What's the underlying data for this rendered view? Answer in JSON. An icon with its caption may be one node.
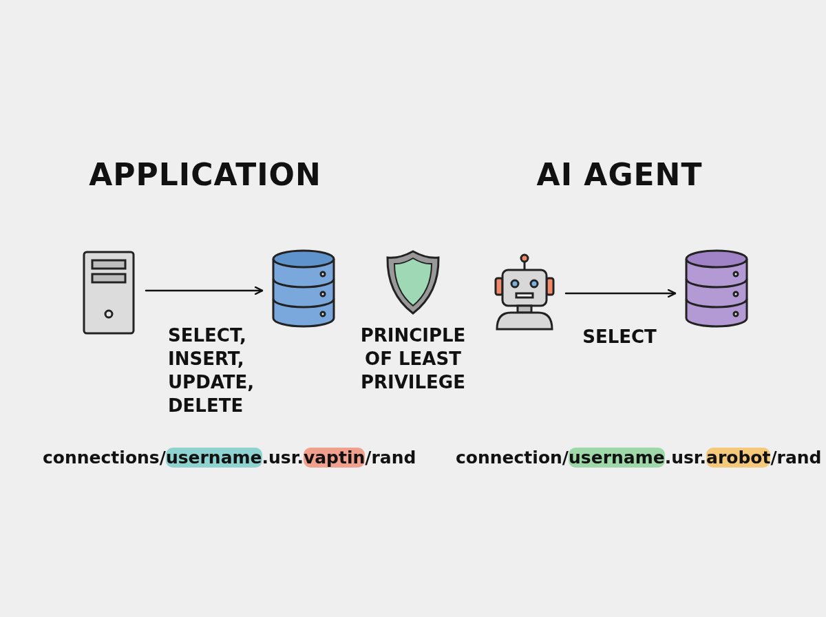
{
  "diagram": {
    "nodes": [
      {
        "text": [],
        "shape": "picture"
      },
      {
        "text": [],
        "shape": "cylinder"
      },
      {
        "text": [],
        "shape": "picture",
        "beside": [
          "PRINCIPLE OF LEAST PRIVILEGE"
        ]
      },
      {
        "text": [],
        "shape": "picture"
      },
      {
        "text": [],
        "shape": "cylinder"
      }
    ],
    "edges": [
      {
        "from": 0,
        "to": 1,
        "arrow": "to",
        "label": "SELECT, INSERT, UPDATE, DELETE"
      },
      {
        "from": 3,
        "to": 4,
        "arrow": "to",
        "label": "SELECT"
      }
    ],
    "labels": [
      "APPLICATION",
      "AI AGENT",
      "connections/username.usr.vaptin/rand",
      "connection/username.usr.arobot/rand"
    ]
  }
}
